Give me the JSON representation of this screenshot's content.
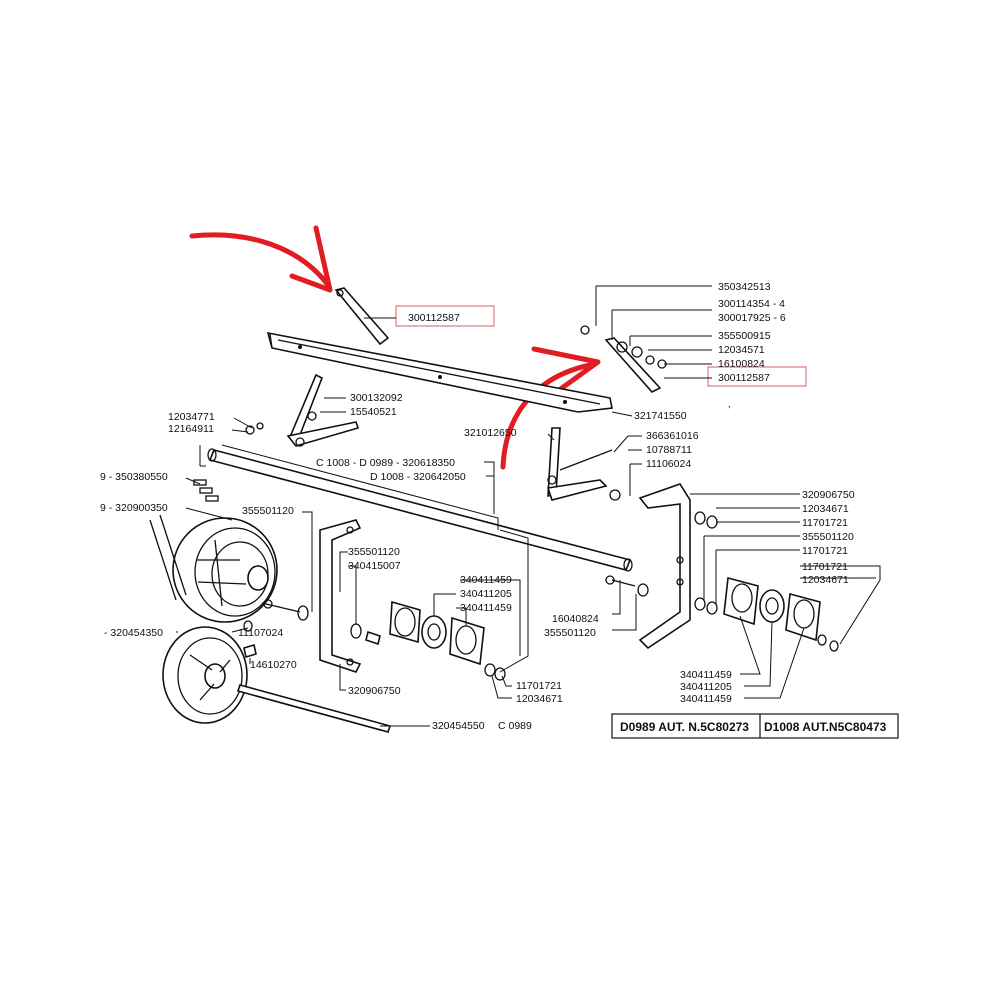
{
  "labels": {
    "p350342513": "350342513",
    "p300114354": "300114354 - 4",
    "p300017925": "300017925 - 6",
    "p355500915": "355500915",
    "p12034571": "12034571",
    "p16100824": "16100824",
    "p300112587_right": "300112587",
    "p300112587_left": "300112587",
    "p300132092": "300132092",
    "p15540521": "15540521",
    "p12034771": "12034771",
    "p12164911": "12164911",
    "p321741550": "321741550",
    "p321012650": "321012650",
    "p366361016": "366361016",
    "p10788711": "10788711",
    "p11106024": "11106024",
    "p320618350": "C 1008 - D 0989 - 320618350",
    "p320642050": "D 1008 - 320642050",
    "p350380550": "9 - 350380550",
    "p320900350": "9 - 320900350",
    "p355501120_a": "355501120",
    "p355501120_b": "355501120",
    "p340415007": "340415007",
    "p340411459_a": "340411459",
    "p340411205_a": "340411205",
    "p340411459_b": "340411459",
    "p16040824": "16040824",
    "p355501120_c": "355501120",
    "p320906750_r": "320906750",
    "p12034671_a": "12034671",
    "p11701721_a": "11701721",
    "p355501120_d": "355501120",
    "p11701721_b": "11701721",
    "p11701721_c": "11701721",
    "p12034671_b": "12034671",
    "p320454350": "- 320454350",
    "p11107024": "11107024",
    "p14610270": "14610270",
    "p320906750_l": "320906750",
    "p11701721_d": "11701721",
    "p12034671_c": "12034671",
    "p340411459_c": "340411459",
    "p340411205_b": "340411205",
    "p340411459_d": "340411459",
    "p320454550": "320454550",
    "pC0989": "C 0989"
  },
  "table": {
    "cell_1": "D0989 AUT. N.5C80273",
    "cell_2": "D1008 AUT.N5C80473"
  },
  "colors": {
    "ink": "#111111",
    "highlight_box": "#e07a7a",
    "arrow": "#e31b23"
  }
}
